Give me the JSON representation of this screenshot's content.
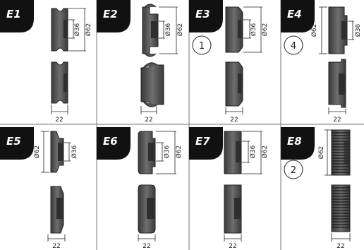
{
  "panels": [
    {
      "label": "E1",
      "dims": [
        "Ø36",
        "Ø62"
      ],
      "width": "22",
      "marker": ""
    },
    {
      "label": "E2",
      "dims": [
        "Ø36",
        "Ø62"
      ],
      "width": "22",
      "marker": ""
    },
    {
      "label": "E3",
      "dims": [
        "Ø36",
        "Ø62"
      ],
      "width": "22",
      "marker": "1"
    },
    {
      "label": "E4",
      "dims": [
        "Ø62",
        "Ø36"
      ],
      "width": "22",
      "marker": "4"
    },
    {
      "label": "E5",
      "dims": [
        "Ø62",
        "Ø36"
      ],
      "width": "22",
      "marker": ""
    },
    {
      "label": "E6",
      "dims": [
        "Ø36",
        "Ø62"
      ],
      "width": "22",
      "marker": ""
    },
    {
      "label": "E7",
      "dims": [
        "Ø36",
        "Ø62"
      ],
      "width": "22",
      "marker": ""
    },
    {
      "label": "E8",
      "dims": [
        "Ø62"
      ],
      "width": "22",
      "marker": "2"
    }
  ],
  "colors": {
    "label_bg": "#111111",
    "part_fill": "#555555",
    "part_dark": "#2e2e2e",
    "grid_line": "#777777"
  }
}
